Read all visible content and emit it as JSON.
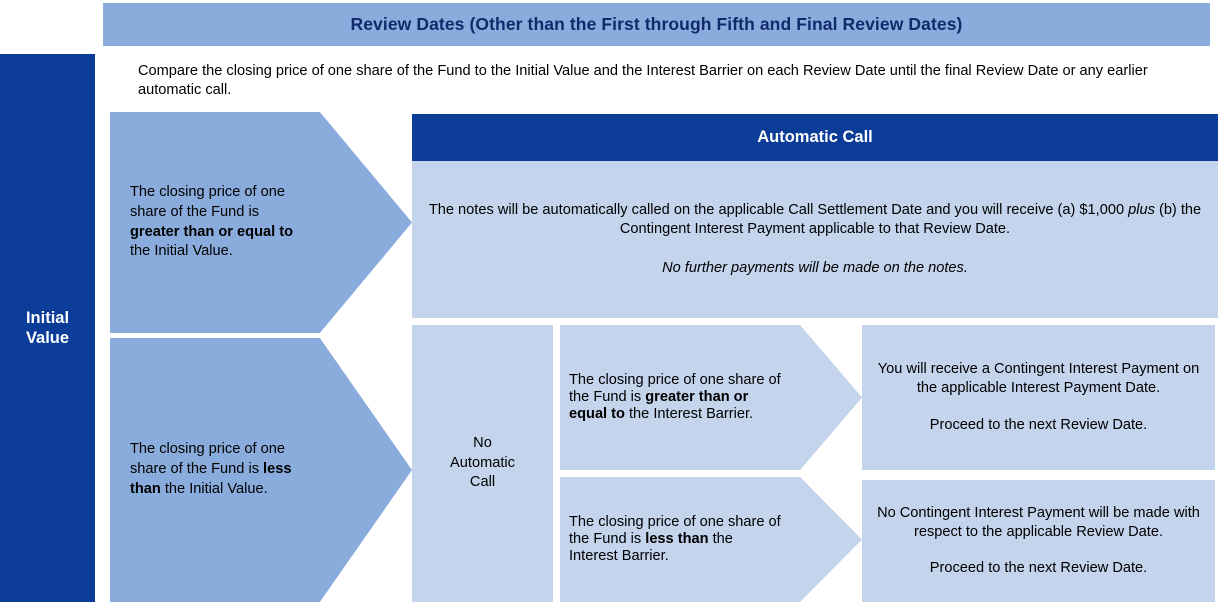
{
  "header": {
    "title": "Review Dates (Other than the First through Fifth and Final Review Dates)"
  },
  "initial_value_bar": {
    "label": "Initial\nValue"
  },
  "intro": {
    "text": "Compare the closing price of one share of the Fund to the Initial Value and the Interest Barrier on each Review Date until the final Review Date or any earlier automatic call."
  },
  "branches": {
    "at_or_above_initial": {
      "text_plain": "The closing price of one share of the Fund is greater than or equal to the Initial Value.",
      "text_html": "The closing price of one share of the Fund is <b>greater than or equal to</b> the Initial Value."
    },
    "below_initial": {
      "text_plain": "The closing price of one share of the Fund is less than the Initial Value.",
      "text_html": "The closing price of one share of the Fund is <b>less than</b> the Initial Value."
    },
    "at_or_above_barrier": {
      "text_plain": "The closing price of one share of the Fund is greater than or equal to the Interest Barrier.",
      "text_html": "The closing price of one share of the Fund is <b>greater than or equal to</b> the Interest Barrier."
    },
    "below_barrier": {
      "text_plain": "The closing price of one share of the Fund is less than the Interest Barrier.",
      "text_html": "The closing price of one share of the Fund is <b>less than</b> the Interest Barrier."
    }
  },
  "automatic_call": {
    "header_label": "Automatic Call",
    "body_line_1_plain": "The notes will be automatically called on the applicable Call Settlement Date and you will receive (a) $1,000 plus (b) the Contingent Interest Payment applicable to that Review Date.",
    "body_line_1_html": "The notes will be automatically called on the applicable Call Settlement Date and you will receive (a) $1,000 <i>plus</i> (b) the Contingent Interest Payment applicable to that Review Date.",
    "body_line_2": "No further payments will be made on the notes."
  },
  "no_automatic_call": {
    "label": "No\nAutomatic\nCall"
  },
  "outcomes": {
    "payment_made": {
      "line_1": "You will receive a Contingent Interest Payment on the applicable Interest Payment Date.",
      "line_2": "Proceed to the next Review Date."
    },
    "no_payment": {
      "line_1": "No Contingent Interest Payment will be made with respect to the applicable Review Date.",
      "line_2": "Proceed to the next Review Date."
    }
  },
  "colors": {
    "dark_blue": "#0B3C97",
    "medium_blue": "#8AACDC",
    "light_blue": "#C3D4EC",
    "title_text": "#102A6B",
    "body_text": "#000000",
    "background": "#FFFFFF"
  }
}
